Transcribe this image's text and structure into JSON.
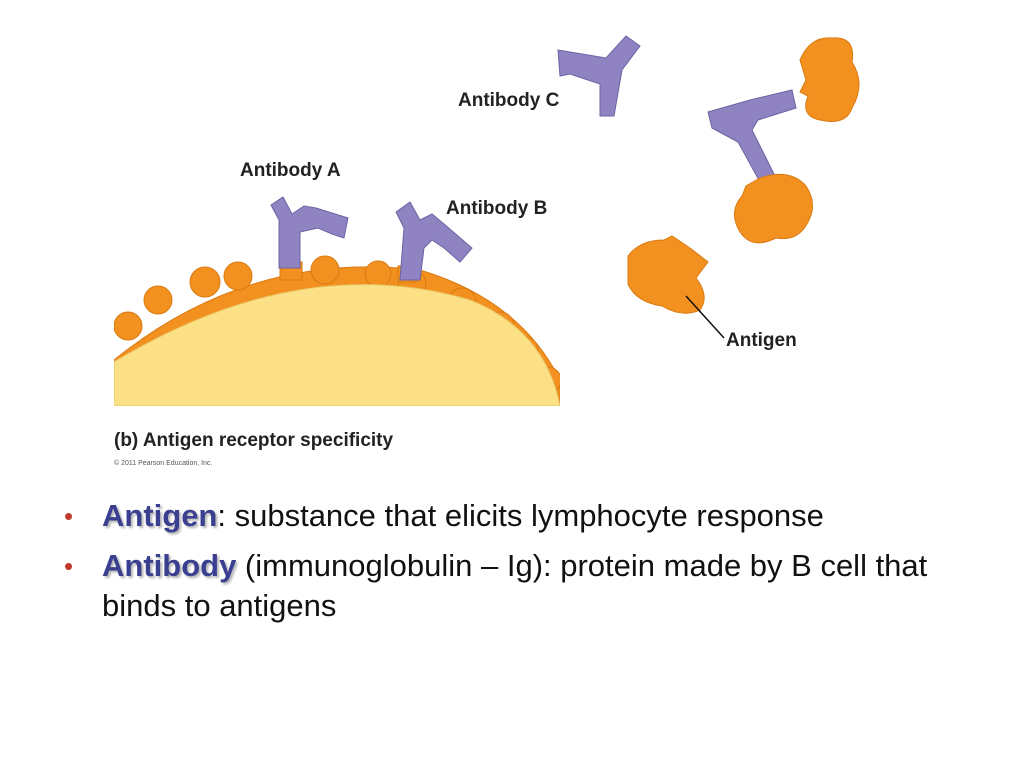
{
  "colors": {
    "antibody": "#8f83c2",
    "antigen": "#f39120",
    "cell": "#fce085",
    "bullet": "#c0392b",
    "term": "#3a3f8f"
  },
  "figure": {
    "labels": {
      "antibody_a": "Antibody A",
      "antibody_b": "Antibody B",
      "antibody_c": "Antibody C",
      "antigen": "Antigen"
    },
    "caption": "(b) Antigen receptor specificity",
    "copyright": "© 2011 Pearson Education, Inc."
  },
  "bullets": [
    {
      "term": "Antigen",
      "rest": ": substance that elicits lymphocyte response"
    },
    {
      "term": "Antibody",
      "rest": " (immunoglobulin – Ig): protein made by B cell that binds to antigens"
    }
  ]
}
